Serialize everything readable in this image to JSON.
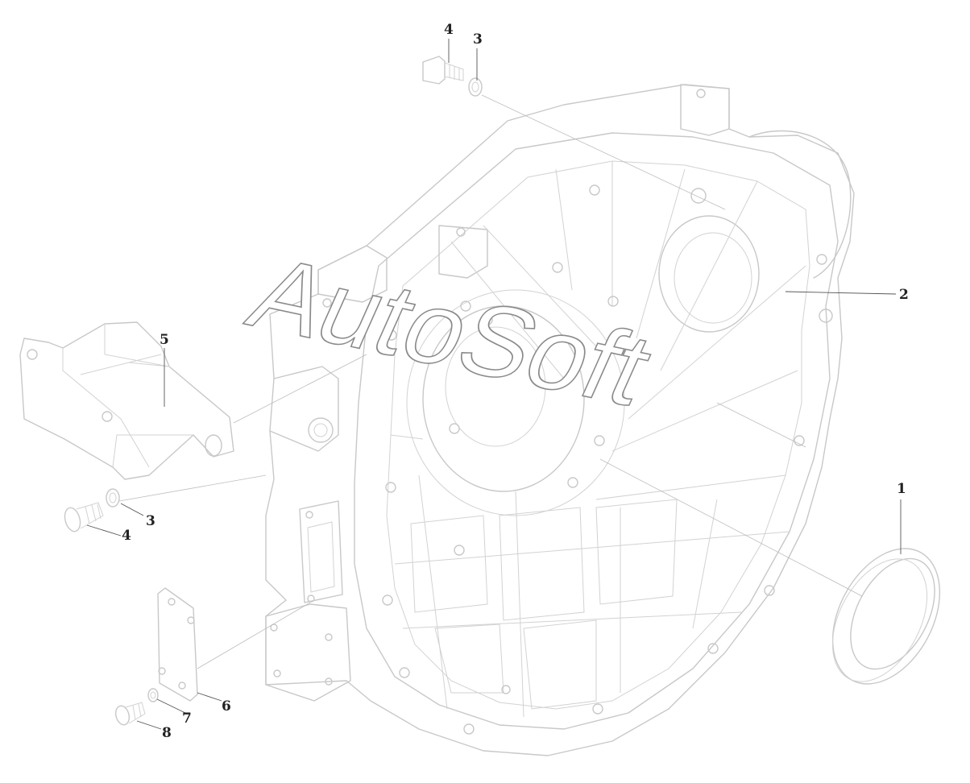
{
  "callouts": [
    {
      "id": "c4-top",
      "text": "4"
    },
    {
      "id": "c3-top",
      "text": "3"
    },
    {
      "id": "c2",
      "text": "2"
    },
    {
      "id": "c5",
      "text": "5"
    },
    {
      "id": "c3-left",
      "text": "3"
    },
    {
      "id": "c4-left",
      "text": "4"
    },
    {
      "id": "c1",
      "text": "1"
    },
    {
      "id": "c6",
      "text": "6"
    },
    {
      "id": "c7",
      "text": "7"
    },
    {
      "id": "c8",
      "text": "8"
    }
  ],
  "watermark": "AutoSoft",
  "colors": {
    "line": "#c8c8c8",
    "text": "#222222"
  }
}
